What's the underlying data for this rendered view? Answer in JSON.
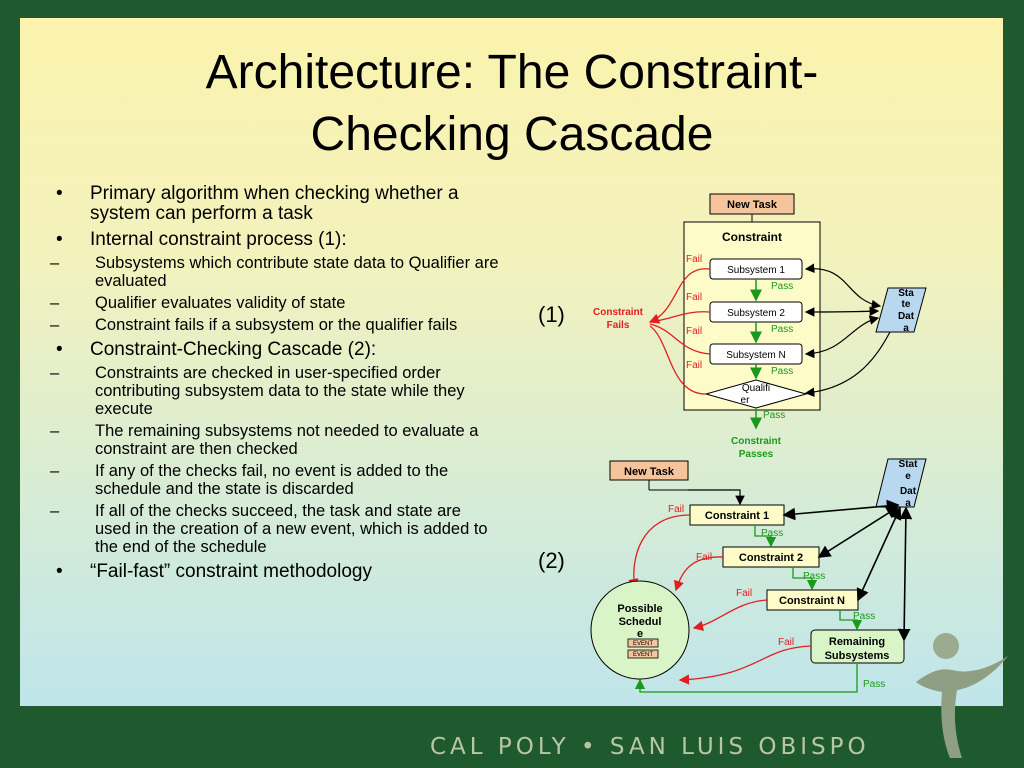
{
  "slide": {
    "title_line1": "Architecture: The Constraint-",
    "title_line2": "Checking Cascade",
    "footer": "CAL POLY • SAN LUIS OBISPO"
  },
  "bullets": [
    {
      "text": "Primary algorithm when checking whether a system can perform a task",
      "subs": []
    },
    {
      "text": "Internal constraint process (1):",
      "subs": [
        "Subsystems which contribute state data to Qualifier are evaluated",
        "Qualifier evaluates validity of state",
        "Constraint fails if a subsystem or the qualifier fails"
      ]
    },
    {
      "text": "Constraint-Checking Cascade (2):",
      "subs": [
        "Constraints are checked in user-specified order contributing subsystem data to the state while they execute",
        "The remaining subsystems not needed to evaluate a constraint are then checked",
        "If any of the checks fail, no event is added to the schedule and the state is discarded",
        "If all of the checks succeed, the task and state are used in the creation of a new event, which is added to the end of the schedule"
      ]
    },
    {
      "text": "“Fail-fast” constraint methodology",
      "subs": []
    }
  ],
  "diagram1": {
    "label": "(1)",
    "new_task": "New Task",
    "constraint_title": "Constraint",
    "subsystems": [
      "Subsystem 1",
      "Subsystem 2",
      "Subsystem N"
    ],
    "qualifier_line1": "Qualifi",
    "qualifier_line2": "er",
    "fail": "Fail",
    "pass": "Pass",
    "state_data": [
      "Sta",
      "te",
      "Dat",
      "a"
    ],
    "fails_line1": "Constraint",
    "fails_line2": "Fails",
    "passes_line1": "Constraint",
    "passes_line2": "Passes"
  },
  "diagram2": {
    "label": "(2)",
    "new_task": "New Task",
    "constraints": [
      "Constraint 1",
      "Constraint 2",
      "Constraint N"
    ],
    "remaining_line1": "Remaining",
    "remaining_line2": "Subsystems",
    "schedule": [
      "Possible",
      "Schedul",
      "e"
    ],
    "event": "EVENT",
    "fail": "Fail",
    "pass": "Pass",
    "state_data": [
      "Stat",
      "e",
      "Dat",
      "a"
    ]
  },
  "colors": {
    "background_frame": "#1f5a2e",
    "fail_red": "#e02020",
    "pass_green": "#1a9a1a",
    "new_task_fill": "#f6c49a",
    "state_data_fill": "#b8d8f0",
    "constraint_fill": "#fdfbc8",
    "schedule_fill": "#d9f5c8"
  }
}
